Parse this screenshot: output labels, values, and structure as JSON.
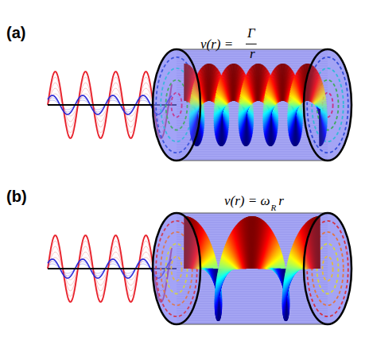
{
  "diagram": {
    "labels": [
      "(a)",
      "v(r) =",
      "Γ",
      "r",
      "(b)",
      "v(r) = ω",
      "R",
      "r"
    ]
  }
}
